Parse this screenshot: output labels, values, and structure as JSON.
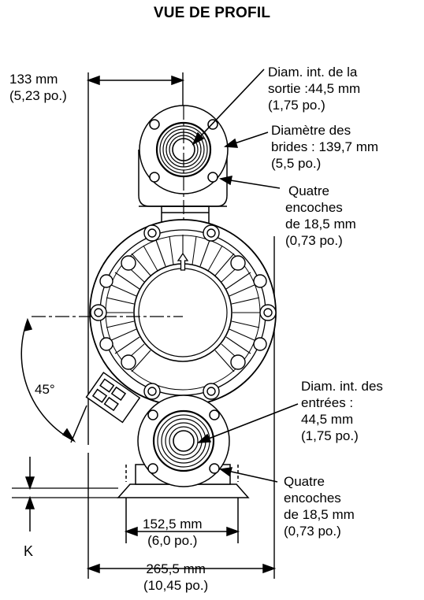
{
  "title": "VUE DE PROFIL",
  "dim_width_top": {
    "mm": "133 mm",
    "in": "(5,23 po.)"
  },
  "outlet": {
    "l1": "Diam. int. de la",
    "l2": "sortie :44,5 mm",
    "l3": "(1,75 po.)"
  },
  "flange": {
    "l1": "Diamètre des",
    "l2": "brides : 139,7 mm",
    "l3": "(5,5 po.)"
  },
  "slots_top": {
    "l1": "Quatre",
    "l2": "encoches",
    "l3": "de 18,5 mm",
    "l4": "(0,73 po.)"
  },
  "angle": "45°",
  "inlet": {
    "l1": "Diam. int. des",
    "l2": "entrées :",
    "l3": "44,5 mm",
    "l4": "(1,75 po.)"
  },
  "slots_bottom": {
    "l1": "Quatre",
    "l2": "encoches",
    "l3": "de 18,5 mm",
    "l4": "(0,73 po.)"
  },
  "dim_base": {
    "mm": "152,5 mm",
    "in": "(6,0 po.)"
  },
  "dim_overall": {
    "mm": "265,5 mm",
    "in": "(10,45 po.)"
  },
  "k_label": "K"
}
